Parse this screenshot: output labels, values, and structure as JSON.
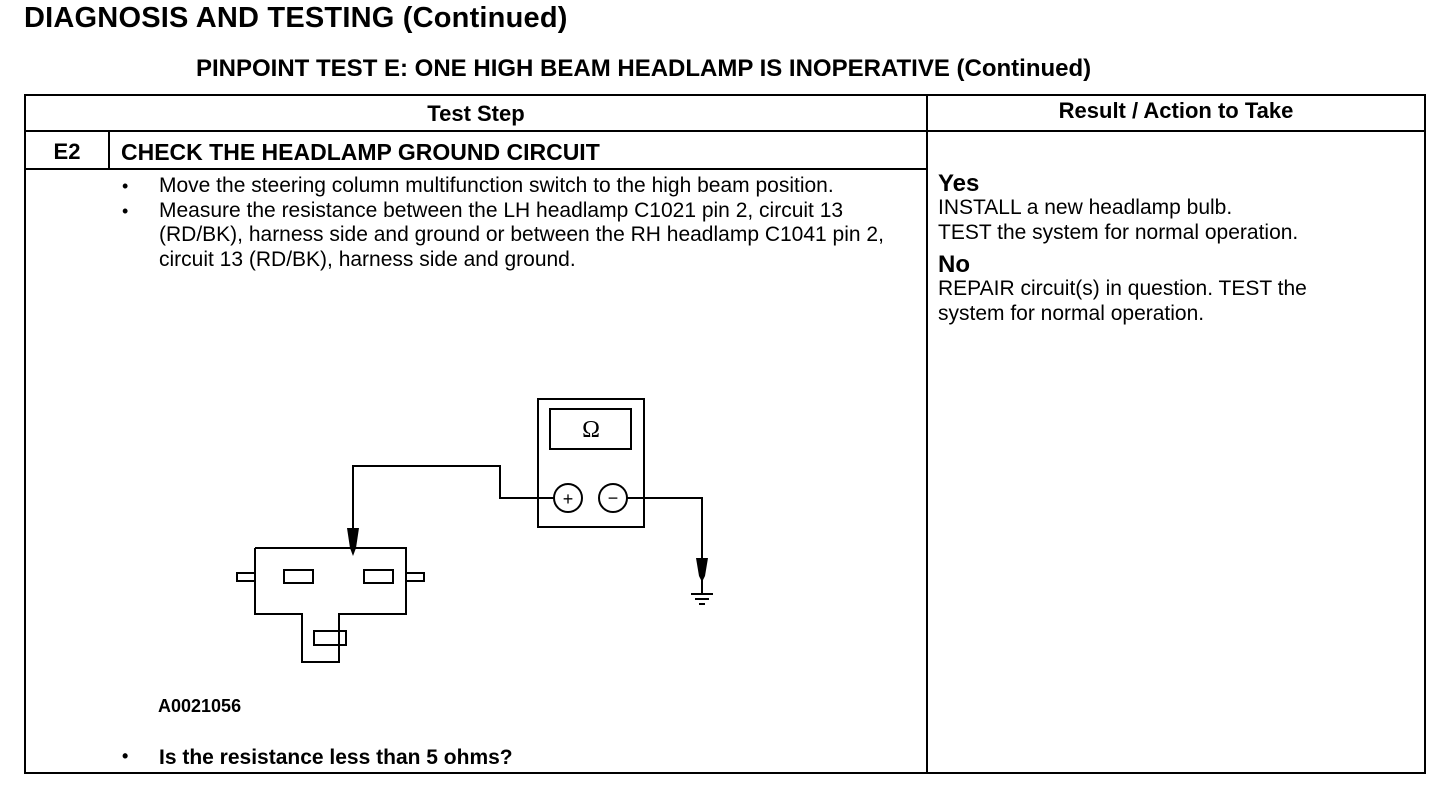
{
  "page_title": "DIAGNOSIS AND TESTING (Continued)",
  "test_title": "PINPOINT TEST E: ONE HIGH BEAM HEADLAMP IS INOPERATIVE (Continued)",
  "table": {
    "col_test_step": "Test Step",
    "col_result": "Result / Action to Take",
    "step": {
      "id": "E2",
      "title": "CHECK THE HEADLAMP GROUND CIRCUIT",
      "bullets": [
        "Move the steering column multifunction switch to the high beam position.",
        "Measure the resistance between the LH headlamp C1021 pin 2, circuit 13 (RD/BK), harness side and ground or between the RH headlamp C1041 pin 2, circuit 13 (RD/BK), harness side and ground."
      ],
      "figure": {
        "meter_symbol": "Ω",
        "plus_symbol": "+",
        "minus_symbol": "−",
        "label": "A0021056"
      },
      "question": "Is the resistance less than 5 ohms?"
    },
    "results": {
      "yes_label": "Yes",
      "yes_lines": [
        "INSTALL a new headlamp bulb.",
        "TEST the system for normal operation."
      ],
      "no_label": "No",
      "no_lines": [
        "REPAIR circuit(s) in question. TEST the",
        "system for normal operation."
      ]
    }
  }
}
